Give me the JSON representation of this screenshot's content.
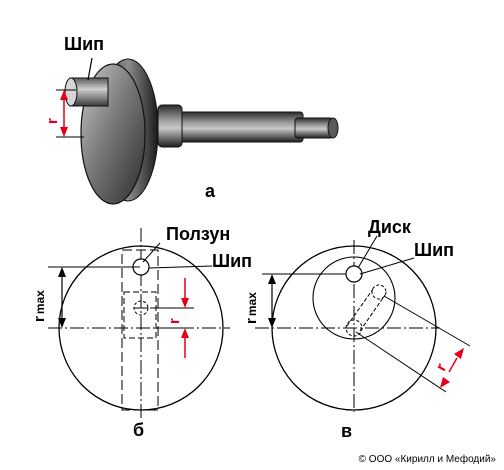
{
  "labels": {
    "tenon_top": "Шип",
    "r_top": "r",
    "panel_a": "а",
    "slider": "Ползун",
    "tenon_b": "Шип",
    "rmax_b_main": "r",
    "rmax_b_sub": "max",
    "r_b": "r",
    "panel_b": "б",
    "disk": "Диск",
    "tenon_v": "Шип",
    "rmax_v_main": "r",
    "rmax_v_sub": "max",
    "r_v": "r",
    "panel_v": "в"
  },
  "colors": {
    "accent_red": "#e2001a",
    "line": "#000000",
    "shaft": "#4a4a4a"
  },
  "copyright": "© ООО «Кирилл и Мефодий»"
}
